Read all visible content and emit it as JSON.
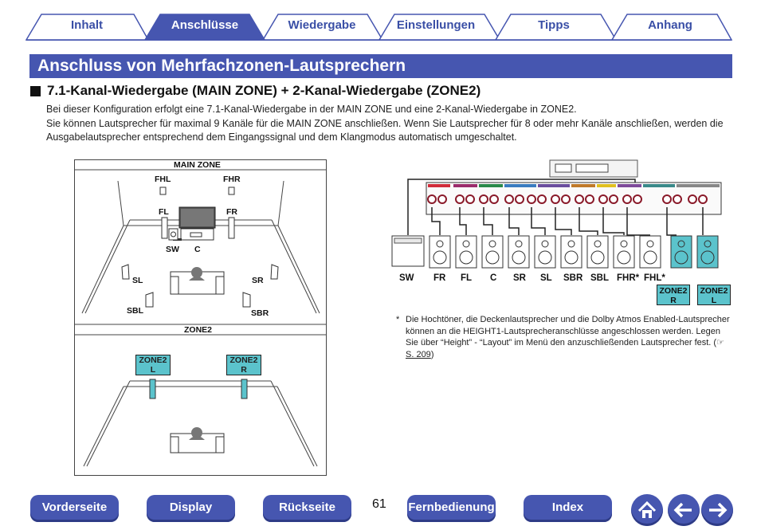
{
  "tabs": [
    {
      "label": "Inhalt",
      "active": false
    },
    {
      "label": "Anschlüsse",
      "active": true
    },
    {
      "label": "Wiedergabe",
      "active": false
    },
    {
      "label": "Einstellungen",
      "active": false
    },
    {
      "label": "Tipps",
      "active": false
    },
    {
      "label": "Anhang",
      "active": false
    }
  ],
  "colors": {
    "accent": "#4656b0",
    "zone2": "#5bc3cc"
  },
  "title": "Anschluss von Mehrfachzonen-Lautsprechern",
  "section_heading": "7.1-Kanal-Wiedergabe (MAIN ZONE) + 2-Kanal-Wiedergabe (ZONE2)",
  "paragraphs": [
    "Bei dieser Konfiguration erfolgt eine 7.1-Kanal-Wiedergabe in der MAIN ZONE und eine 2-Kanal-Wiedergabe in ZONE2.",
    "Sie können Lautsprecher für maximal 9 Kanäle für die MAIN ZONE anschließen. Wenn Sie Lautsprecher für 8 oder mehr Kanäle anschließen, werden die Ausgabelautsprecher entsprechend dem Eingangssignal und dem Klangmodus automatisch umgeschaltet."
  ],
  "left_diagram": {
    "main_zone_label": "MAIN ZONE",
    "zone2_label": "ZONE2",
    "speakers": {
      "fhl": "FHL",
      "fhr": "FHR",
      "fl": "FL",
      "fr": "FR",
      "sw": "SW",
      "c": "C",
      "sl": "SL",
      "sr": "SR",
      "sbl": "SBL",
      "sbr": "SBR"
    },
    "zone2_left_line1": "ZONE2",
    "zone2_left_line2": "L",
    "zone2_right_line1": "ZONE2",
    "zone2_right_line2": "R"
  },
  "right_diagram": {
    "speaker_labels": [
      "SW",
      "FR",
      "FL",
      "C",
      "SR",
      "SL",
      "SBR",
      "SBL",
      "FHR*",
      "FHL*"
    ],
    "zone2_r_line1": "ZONE2",
    "zone2_r_line2": "R",
    "zone2_l_line1": "ZONE2",
    "zone2_l_line2": "L"
  },
  "footnote": {
    "star": "*",
    "text": "Die Hochtöner, die Deckenlautsprecher und die Dolby Atmos Enabled-Lautsprecher können an die HEIGHT1-Lautsprecheranschlüsse angeschlossen werden. Legen Sie über “Height” - “Layout” im Menü den anzuschließenden Lautsprecher fest.",
    "link_text": "S. 209"
  },
  "nav": {
    "vorderseite": "Vorderseite",
    "display": "Display",
    "rueckseite": "Rückseite",
    "page_number": "61",
    "fernbedienung": "Fernbedienung",
    "index": "Index"
  },
  "icons": {
    "home": "home-icon",
    "back": "arrow-left-icon",
    "forward": "arrow-right-icon"
  }
}
